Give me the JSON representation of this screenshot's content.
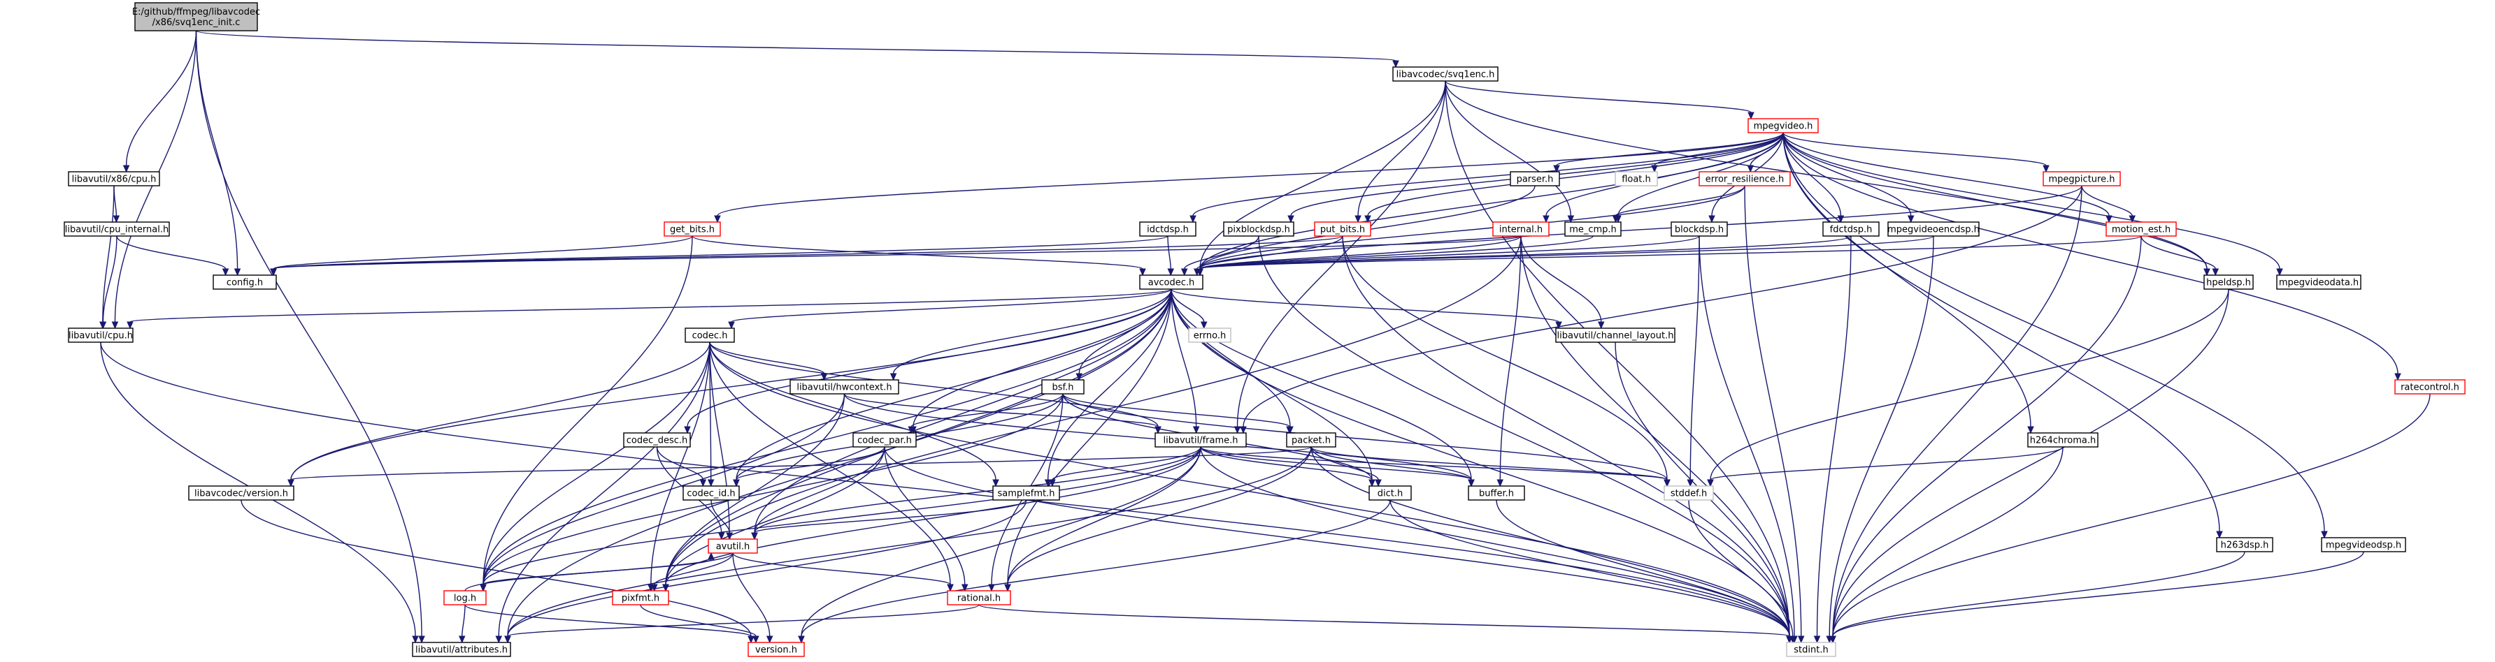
{
  "graph": {
    "root_node": "E:/github/ffmpeg/libavcodec/x86/svq1enc_init.c",
    "colors": {
      "edge": "#191970",
      "node_border_default": "#000000",
      "node_border_incomplete": "#ff0000",
      "node_border_system": "#bfbfbf",
      "root_fill": "#bfbfbf",
      "node_fill": "#ffffff"
    },
    "nodes": [
      {
        "id": "root",
        "lines": [
          "E:/github/ffmpeg/libavcodec",
          "/x86/svq1enc_init.c"
        ],
        "style": "root"
      },
      {
        "id": "svq1enc",
        "lines": [
          "libavcodec/svq1enc.h"
        ],
        "style": "normal"
      },
      {
        "id": "x86cpu",
        "lines": [
          "libavutil/x86/cpu.h"
        ],
        "style": "normal"
      },
      {
        "id": "cpu_internal",
        "lines": [
          "libavutil/cpu_internal.h"
        ],
        "style": "normal"
      },
      {
        "id": "config",
        "lines": [
          "config.h"
        ],
        "style": "normal"
      },
      {
        "id": "cpu",
        "lines": [
          "libavutil/cpu.h"
        ],
        "style": "normal"
      },
      {
        "id": "attributes",
        "lines": [
          "libavutil/attributes.h"
        ],
        "style": "normal"
      },
      {
        "id": "mpegvideo",
        "lines": [
          "mpegvideo.h"
        ],
        "style": "red"
      },
      {
        "id": "get_bits",
        "lines": [
          "get_bits.h"
        ],
        "style": "red"
      },
      {
        "id": "idctdsp",
        "lines": [
          "idctdsp.h"
        ],
        "style": "normal"
      },
      {
        "id": "pixblockdsp",
        "lines": [
          "pixblockdsp.h"
        ],
        "style": "normal"
      },
      {
        "id": "put_bits",
        "lines": [
          "put_bits.h"
        ],
        "style": "red"
      },
      {
        "id": "parser",
        "lines": [
          "parser.h"
        ],
        "style": "normal"
      },
      {
        "id": "float",
        "lines": [
          "float.h"
        ],
        "style": "system"
      },
      {
        "id": "error_resilience",
        "lines": [
          "error_resilience.h"
        ],
        "style": "red"
      },
      {
        "id": "internal",
        "lines": [
          "internal.h"
        ],
        "style": "red"
      },
      {
        "id": "me_cmp",
        "lines": [
          "me_cmp.h"
        ],
        "style": "normal"
      },
      {
        "id": "blockdsp",
        "lines": [
          "blockdsp.h"
        ],
        "style": "normal"
      },
      {
        "id": "fdctdsp",
        "lines": [
          "fdctdsp.h"
        ],
        "style": "normal"
      },
      {
        "id": "mpegvideoencdsp",
        "lines": [
          "mpegvideoencdsp.h"
        ],
        "style": "normal"
      },
      {
        "id": "mpegpicture",
        "lines": [
          "mpegpicture.h"
        ],
        "style": "red"
      },
      {
        "id": "motion_est",
        "lines": [
          "motion_est.h"
        ],
        "style": "red"
      },
      {
        "id": "hpeldsp",
        "lines": [
          "hpeldsp.h"
        ],
        "style": "normal"
      },
      {
        "id": "mpegvideodata",
        "lines": [
          "mpegvideodata.h"
        ],
        "style": "normal"
      },
      {
        "id": "ratecontrol",
        "lines": [
          "ratecontrol.h"
        ],
        "style": "red"
      },
      {
        "id": "avcodec",
        "lines": [
          "avcodec.h"
        ],
        "style": "normal"
      },
      {
        "id": "errno",
        "lines": [
          "errno.h"
        ],
        "style": "system"
      },
      {
        "id": "channel_layout",
        "lines": [
          "libavutil/channel_layout.h"
        ],
        "style": "normal"
      },
      {
        "id": "codec",
        "lines": [
          "codec.h"
        ],
        "style": "normal"
      },
      {
        "id": "hwcontext",
        "lines": [
          "libavutil/hwcontext.h"
        ],
        "style": "normal"
      },
      {
        "id": "bsf",
        "lines": [
          "bsf.h"
        ],
        "style": "normal"
      },
      {
        "id": "codec_desc",
        "lines": [
          "codec_desc.h"
        ],
        "style": "normal"
      },
      {
        "id": "codec_par",
        "lines": [
          "codec_par.h"
        ],
        "style": "normal"
      },
      {
        "id": "frame",
        "lines": [
          "libavutil/frame.h"
        ],
        "style": "normal"
      },
      {
        "id": "packet",
        "lines": [
          "packet.h"
        ],
        "style": "normal"
      },
      {
        "id": "h264chroma",
        "lines": [
          "h264chroma.h"
        ],
        "style": "normal"
      },
      {
        "id": "version_lc",
        "lines": [
          "libavcodec/version.h"
        ],
        "style": "normal"
      },
      {
        "id": "codec_id",
        "lines": [
          "codec_id.h"
        ],
        "style": "normal"
      },
      {
        "id": "samplefmt",
        "lines": [
          "samplefmt.h"
        ],
        "style": "normal"
      },
      {
        "id": "dict",
        "lines": [
          "dict.h"
        ],
        "style": "normal"
      },
      {
        "id": "buffer",
        "lines": [
          "buffer.h"
        ],
        "style": "normal"
      },
      {
        "id": "stddef",
        "lines": [
          "stddef.h"
        ],
        "style": "system"
      },
      {
        "id": "avutil",
        "lines": [
          "avutil.h"
        ],
        "style": "red"
      },
      {
        "id": "log",
        "lines": [
          "log.h"
        ],
        "style": "red"
      },
      {
        "id": "pixfmt",
        "lines": [
          "pixfmt.h"
        ],
        "style": "red"
      },
      {
        "id": "rational",
        "lines": [
          "rational.h"
        ],
        "style": "red"
      },
      {
        "id": "version",
        "lines": [
          "version.h"
        ],
        "style": "red"
      },
      {
        "id": "stdint",
        "lines": [
          "stdint.h"
        ],
        "style": "system"
      },
      {
        "id": "h263dsp",
        "lines": [
          "h263dsp.h"
        ],
        "style": "normal"
      },
      {
        "id": "mpegvideodsp",
        "lines": [
          "mpegvideodsp.h"
        ],
        "style": "normal"
      }
    ],
    "edges": [
      [
        "root",
        "svq1enc"
      ],
      [
        "root",
        "x86cpu"
      ],
      [
        "root",
        "config"
      ],
      [
        "root",
        "cpu"
      ],
      [
        "root",
        "attributes"
      ],
      [
        "svq1enc",
        "mpegvideo"
      ],
      [
        "svq1enc",
        "avcodec"
      ],
      [
        "svq1enc",
        "hpeldsp"
      ],
      [
        "svq1enc",
        "me_cmp"
      ],
      [
        "svq1enc",
        "put_bits"
      ],
      [
        "svq1enc",
        "frame"
      ],
      [
        "svq1enc",
        "stdint"
      ],
      [
        "x86cpu",
        "cpu_internal"
      ],
      [
        "x86cpu",
        "cpu"
      ],
      [
        "cpu_internal",
        "config"
      ],
      [
        "cpu_internal",
        "cpu"
      ],
      [
        "cpu",
        "attributes"
      ],
      [
        "cpu",
        "stdint"
      ],
      [
        "mpegvideo",
        "get_bits"
      ],
      [
        "mpegvideo",
        "idctdsp"
      ],
      [
        "mpegvideo",
        "pixblockdsp"
      ],
      [
        "mpegvideo",
        "put_bits"
      ],
      [
        "mpegvideo",
        "parser"
      ],
      [
        "mpegvideo",
        "float"
      ],
      [
        "mpegvideo",
        "error_resilience"
      ],
      [
        "mpegvideo",
        "internal"
      ],
      [
        "mpegvideo",
        "me_cmp"
      ],
      [
        "mpegvideo",
        "blockdsp"
      ],
      [
        "mpegvideo",
        "fdctdsp"
      ],
      [
        "mpegvideo",
        "mpegvideoencdsp"
      ],
      [
        "mpegvideo",
        "mpegpicture"
      ],
      [
        "mpegvideo",
        "motion_est"
      ],
      [
        "mpegvideo",
        "hpeldsp"
      ],
      [
        "mpegvideo",
        "mpegvideodata"
      ],
      [
        "mpegvideo",
        "ratecontrol"
      ],
      [
        "mpegvideo",
        "h264chroma"
      ],
      [
        "mpegvideo",
        "h263dsp"
      ],
      [
        "mpegvideo",
        "mpegvideodsp"
      ],
      [
        "mpegvideo",
        "avcodec"
      ],
      [
        "get_bits",
        "avcodec"
      ],
      [
        "get_bits",
        "config"
      ],
      [
        "get_bits",
        "log"
      ],
      [
        "idctdsp",
        "avcodec"
      ],
      [
        "idctdsp",
        "config"
      ],
      [
        "pixblockdsp",
        "avcodec"
      ],
      [
        "pixblockdsp",
        "stdint"
      ],
      [
        "put_bits",
        "config"
      ],
      [
        "put_bits",
        "avcodec"
      ],
      [
        "put_bits",
        "stdint"
      ],
      [
        "put_bits",
        "stddef"
      ],
      [
        "parser",
        "avcodec"
      ],
      [
        "error_resilience",
        "me_cmp"
      ],
      [
        "error_resilience",
        "avcodec"
      ],
      [
        "error_resilience",
        "stdint"
      ],
      [
        "internal",
        "config"
      ],
      [
        "internal",
        "avcodec"
      ],
      [
        "internal",
        "buffer"
      ],
      [
        "internal",
        "channel_layout"
      ],
      [
        "internal",
        "pixfmt"
      ],
      [
        "internal",
        "stdint"
      ],
      [
        "me_cmp",
        "avcodec"
      ],
      [
        "blockdsp",
        "avcodec"
      ],
      [
        "blockdsp",
        "stddef"
      ],
      [
        "blockdsp",
        "stdint"
      ],
      [
        "fdctdsp",
        "avcodec"
      ],
      [
        "fdctdsp",
        "stdint"
      ],
      [
        "mpegvideoencdsp",
        "avcodec"
      ],
      [
        "mpegvideoencdsp",
        "stdint"
      ],
      [
        "mpegpicture",
        "frame"
      ],
      [
        "mpegpicture",
        "avcodec"
      ],
      [
        "mpegpicture",
        "motion_est"
      ],
      [
        "mpegpicture",
        "stdint"
      ],
      [
        "motion_est",
        "hpeldsp"
      ],
      [
        "motion_est",
        "avcodec"
      ],
      [
        "motion_est",
        "stdint"
      ],
      [
        "hpeldsp",
        "stddef"
      ],
      [
        "hpeldsp",
        "stdint"
      ],
      [
        "ratecontrol",
        "stdint"
      ],
      [
        "h264chroma",
        "stddef"
      ],
      [
        "h264chroma",
        "stdint"
      ],
      [
        "h263dsp",
        "stdint"
      ],
      [
        "mpegvideodsp",
        "stdint"
      ],
      [
        "avcodec",
        "errno"
      ],
      [
        "avcodec",
        "channel_layout"
      ],
      [
        "avcodec",
        "codec"
      ],
      [
        "avcodec",
        "hwcontext"
      ],
      [
        "avcodec",
        "bsf"
      ],
      [
        "avcodec",
        "codec_desc"
      ],
      [
        "avcodec",
        "codec_par"
      ],
      [
        "avcodec",
        "frame"
      ],
      [
        "avcodec",
        "packet"
      ],
      [
        "avcodec",
        "version_lc"
      ],
      [
        "avcodec",
        "codec_id"
      ],
      [
        "avcodec",
        "samplefmt"
      ],
      [
        "avcodec",
        "dict"
      ],
      [
        "avcodec",
        "buffer"
      ],
      [
        "avcodec",
        "avutil"
      ],
      [
        "avcodec",
        "log"
      ],
      [
        "avcodec",
        "pixfmt"
      ],
      [
        "avcodec",
        "rational"
      ],
      [
        "avcodec",
        "attributes"
      ],
      [
        "avcodec",
        "cpu"
      ],
      [
        "avcodec",
        "stdint"
      ],
      [
        "channel_layout",
        "stdint"
      ],
      [
        "codec",
        "hwcontext"
      ],
      [
        "codec",
        "codec_id"
      ],
      [
        "codec",
        "version_lc"
      ],
      [
        "codec",
        "samplefmt"
      ],
      [
        "codec",
        "avutil"
      ],
      [
        "codec",
        "log"
      ],
      [
        "codec",
        "pixfmt"
      ],
      [
        "codec",
        "rational"
      ],
      [
        "codec",
        "frame"
      ],
      [
        "codec",
        "stdint"
      ],
      [
        "codec",
        "attributes"
      ],
      [
        "hwcontext",
        "buffer"
      ],
      [
        "hwcontext",
        "frame"
      ],
      [
        "hwcontext",
        "log"
      ],
      [
        "hwcontext",
        "pixfmt"
      ],
      [
        "bsf",
        "codec_id"
      ],
      [
        "bsf",
        "codec_par"
      ],
      [
        "bsf",
        "packet"
      ],
      [
        "bsf",
        "dict"
      ],
      [
        "bsf",
        "log"
      ],
      [
        "bsf",
        "rational"
      ],
      [
        "bsf",
        "stddef"
      ],
      [
        "codec_desc",
        "codec_id"
      ],
      [
        "codec_desc",
        "avutil"
      ],
      [
        "codec_par",
        "codec_id"
      ],
      [
        "codec_par",
        "avutil"
      ],
      [
        "codec_par",
        "pixfmt"
      ],
      [
        "codec_par",
        "rational"
      ],
      [
        "codec_par",
        "stdint"
      ],
      [
        "frame",
        "avutil"
      ],
      [
        "frame",
        "buffer"
      ],
      [
        "frame",
        "dict"
      ],
      [
        "frame",
        "pixfmt"
      ],
      [
        "frame",
        "rational"
      ],
      [
        "frame",
        "samplefmt"
      ],
      [
        "frame",
        "version"
      ],
      [
        "frame",
        "stddef"
      ],
      [
        "frame",
        "stdint"
      ],
      [
        "frame",
        "log"
      ],
      [
        "packet",
        "buffer"
      ],
      [
        "packet",
        "dict"
      ],
      [
        "packet",
        "rational"
      ],
      [
        "packet",
        "attributes"
      ],
      [
        "packet",
        "version_lc"
      ],
      [
        "packet",
        "stddef"
      ],
      [
        "packet",
        "stdint"
      ],
      [
        "version_lc",
        "version"
      ],
      [
        "codec_id",
        "avutil"
      ],
      [
        "samplefmt",
        "avutil"
      ],
      [
        "samplefmt",
        "attributes"
      ],
      [
        "dict",
        "stdint"
      ],
      [
        "dict",
        "version"
      ],
      [
        "buffer",
        "stdint"
      ],
      [
        "avutil",
        "log"
      ],
      [
        "avutil",
        "pixfmt"
      ],
      [
        "avutil",
        "rational"
      ],
      [
        "avutil",
        "version"
      ],
      [
        "log",
        "avutil"
      ],
      [
        "log",
        "attributes"
      ],
      [
        "log",
        "version"
      ],
      [
        "pixfmt",
        "version"
      ],
      [
        "rational",
        "attributes"
      ],
      [
        "rational",
        "stdint"
      ],
      [
        "stddef",
        "stdint"
      ]
    ]
  }
}
